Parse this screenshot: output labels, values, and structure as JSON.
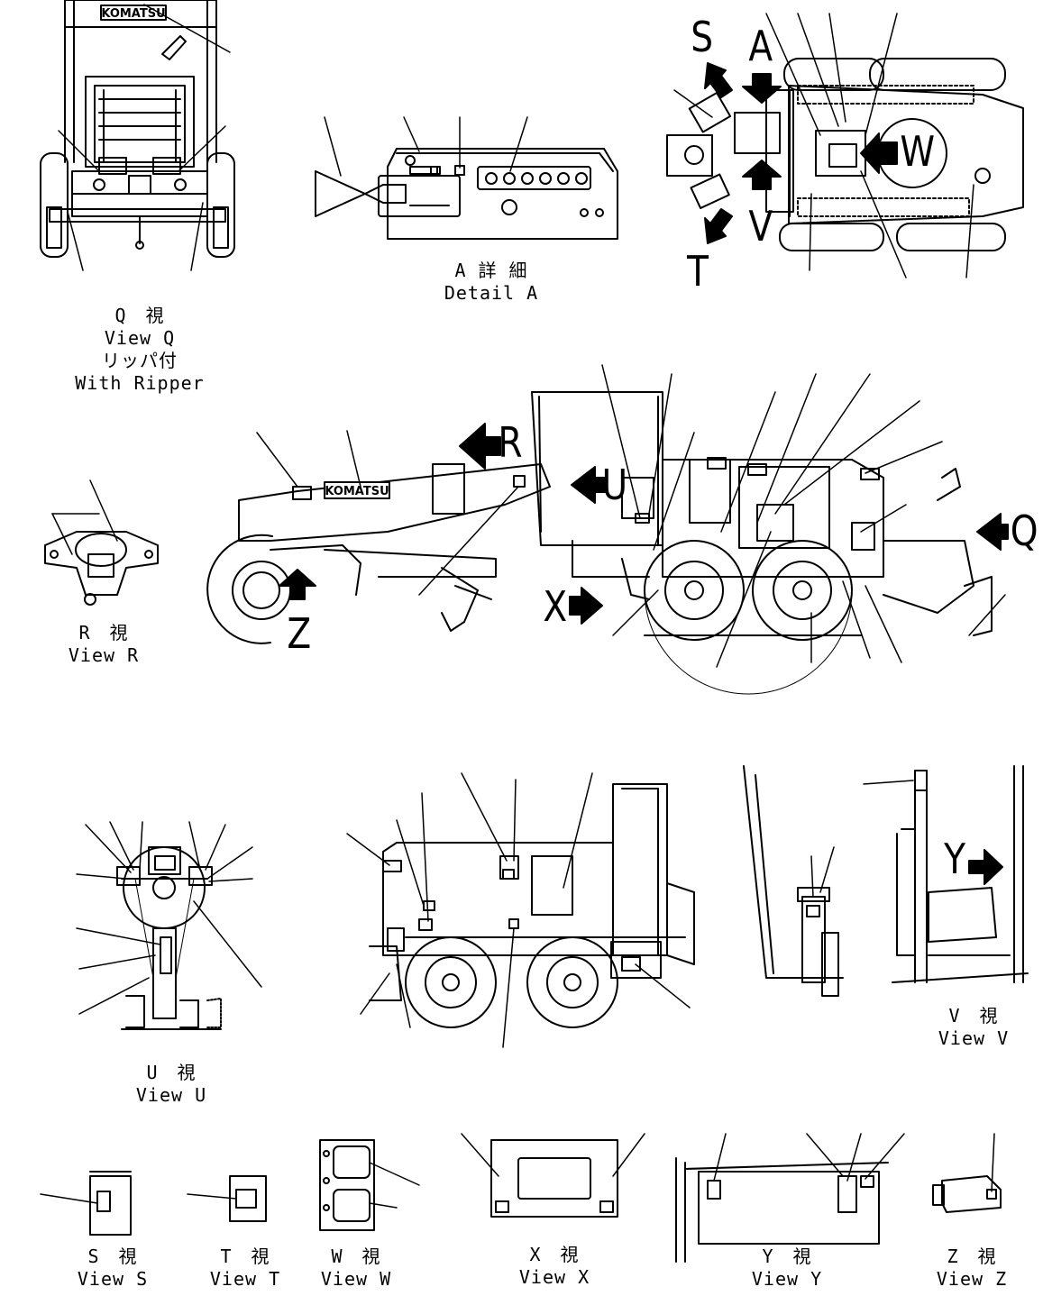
{
  "logo_text": "KOMATSU",
  "view_letters": [
    "S",
    "A",
    "W",
    "V",
    "T",
    "R",
    "U",
    "Q",
    "X",
    "Z",
    "Y"
  ],
  "captions": {
    "q": {
      "jp": "Q　視",
      "en": "View Q",
      "jp2": "リッパ付",
      "en2": "With Ripper"
    },
    "detail": {
      "jp": "A 詳 細",
      "en": "Detail A"
    },
    "r": {
      "jp": "R　視",
      "en": "View R"
    },
    "u": {
      "jp": "U　視",
      "en": "View U"
    },
    "v": {
      "jp": "V　視",
      "en": "View V"
    },
    "s": {
      "jp": "S　視",
      "en": "View S"
    },
    "t": {
      "jp": "T　視",
      "en": "View T"
    },
    "w": {
      "jp": "W　視",
      "en": "View W"
    },
    "x": {
      "jp": "X　視",
      "en": "View X"
    },
    "y": {
      "jp": "Y　視",
      "en": "View Y"
    },
    "z": {
      "jp": "Z　視",
      "en": "View Z"
    }
  },
  "colors": {
    "ink": "#000000",
    "paper": "#ffffff"
  }
}
